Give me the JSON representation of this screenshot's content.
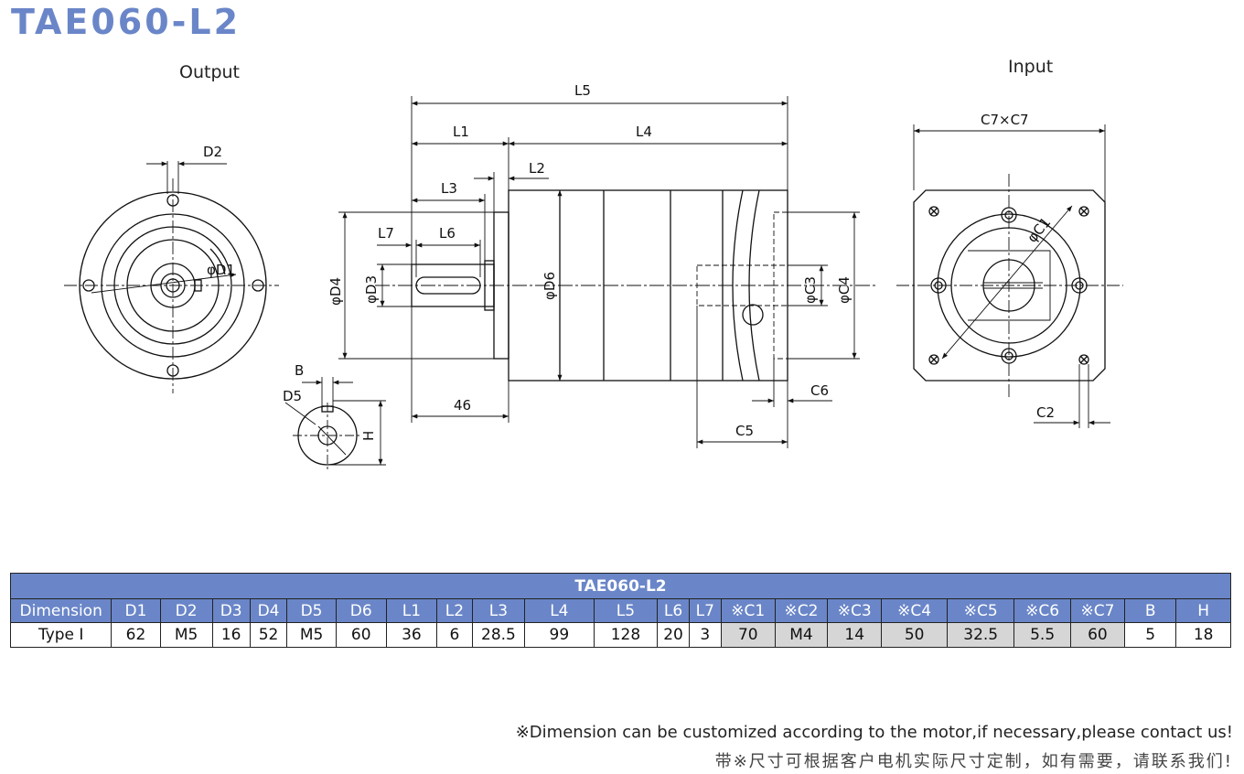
{
  "title": "TAE060-L2",
  "views": {
    "output_label": "Output",
    "input_label": "Input"
  },
  "drawing_labels": {
    "d2": "D2",
    "d1": "φD1",
    "l5": "L5",
    "l1": "L1",
    "l4": "L4",
    "l2": "L2",
    "l3": "L3",
    "l7": "L7",
    "l6": "L6",
    "d4": "φD4",
    "d3": "φD3",
    "d6": "φD6",
    "c3": "φC3",
    "c4": "φC4",
    "dim46": "46",
    "c6": "C6",
    "c5": "C5",
    "b": "B",
    "d5": "D5",
    "h": "H",
    "c7": "C7×C7",
    "c1": "φC1",
    "c2": "C2"
  },
  "table": {
    "title": "TAE060-L2",
    "columns": [
      "Dimension",
      "D1",
      "D2",
      "D3",
      "D4",
      "D5",
      "D6",
      "L1",
      "L2",
      "L3",
      "L4",
      "L5",
      "L6",
      "L7",
      "※C1",
      "※C2",
      "※C3",
      "※C4",
      "※C5",
      "※C6",
      "※C7",
      "B",
      "H"
    ],
    "rows": [
      {
        "values": [
          "Type I",
          "62",
          "M5",
          "16",
          "52",
          "M5",
          "60",
          "36",
          "6",
          "28.5",
          "99",
          "128",
          "20",
          "3",
          "70",
          "M4",
          "14",
          "50",
          "32.5",
          "5.5",
          "60",
          "5",
          "18"
        ]
      }
    ]
  },
  "notes": {
    "en": "※Dimension can be customized according to the motor,if necessary,please contact us!",
    "cn": "带※尺寸可根据客户电机实际尺寸定制，如有需要，请联系我们!"
  },
  "colors": {
    "header_blue": "#6a86c8",
    "custom_cell_gray": "#d6d6d6"
  }
}
